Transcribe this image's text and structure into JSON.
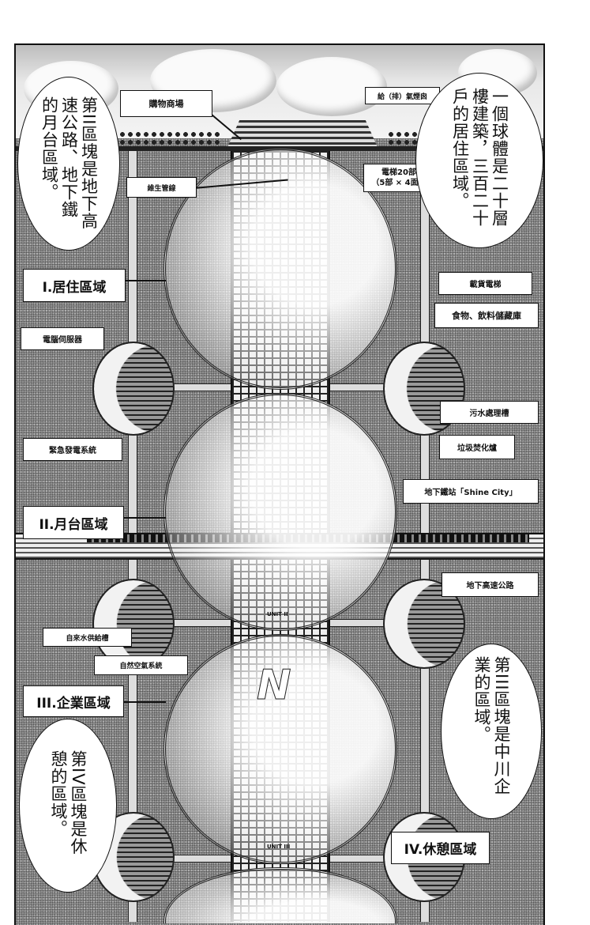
{
  "callouts": {
    "shopping_mall": "購物商場",
    "exhaust_chimney": "給（排）氣煙囪",
    "life_support_pipes": "維生管線",
    "elevators_line1": "電梯20部",
    "elevators_line2": "（5部 × 4面）",
    "zone1": "I.居住區域",
    "freight_elevator": "載貨電梯",
    "food_storage": "食物、飲料儲藏庫",
    "computer_server": "電腦伺服器",
    "sewage_tank": "污水處理槽",
    "emergency_power": "緊急發電系統",
    "incinerator": "垃圾焚化爐",
    "subway_station": "地下鐵站「Shine City」",
    "zone2": "II.月台區域",
    "underground_highway": "地下高速公路",
    "water_tank": "自來水供給槽",
    "natural_air": "自然空氣系統",
    "zone3": "III.企業區域",
    "zone4": "IV.休憩區域"
  },
  "bubbles": {
    "top_left": "第II區塊是地下高速公路、地下鐵的月台區域。",
    "top_right": "一個球體是二十層樓建築，三百二十戶的居住區域。",
    "mid_right": "第III區塊是中川企業的區域。",
    "bottom_left": "第IV區塊是休憩的區域。"
  },
  "markings": {
    "unit2": "UNIT II",
    "unit3": "UNIT III",
    "logo": "N"
  }
}
